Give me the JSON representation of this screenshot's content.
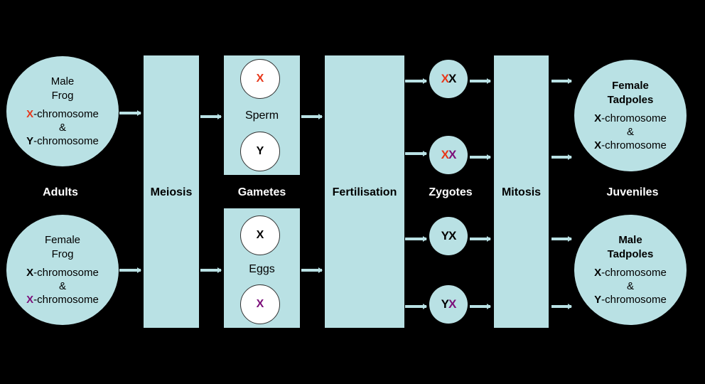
{
  "columns": {
    "adults": "Adults",
    "meiosis": "Meiosis",
    "gametes": "Gametes",
    "fertilisation": "Fertilisation",
    "zygotes": "Zygotes",
    "mitosis": "Mitosis",
    "juveniles": "Juveniles"
  },
  "adults": {
    "male": {
      "title_line1": "Male",
      "title_line2": "Frog",
      "chrom1_letter": "X",
      "chrom1_rest": "-chromosome",
      "and": "&",
      "chrom2_letter": "Y",
      "chrom2_rest": "-chromosome"
    },
    "female": {
      "title_line1": "Female",
      "title_line2": "Frog",
      "chrom1_letter": "X",
      "chrom1_rest": "-chromosome",
      "and": "&",
      "chrom2_letter": "X",
      "chrom2_rest": "-chromosome"
    }
  },
  "gametes": {
    "sperm": {
      "label": "Sperm",
      "top": "X",
      "bottom": "Y"
    },
    "eggs": {
      "label": "Eggs",
      "top": "X",
      "bottom": "X"
    }
  },
  "zygotes": [
    {
      "a": "X",
      "b": "X"
    },
    {
      "a": "X",
      "b": "X"
    },
    {
      "a": "Y",
      "b": "X"
    },
    {
      "a": "Y",
      "b": "X"
    }
  ],
  "juveniles": {
    "female": {
      "title_line1": "Female",
      "title_line2": "Tadpoles",
      "chrom1_letter": "X",
      "chrom1_rest": "-chromosome",
      "and": "&",
      "chrom2_letter": "X",
      "chrom2_rest": "-chromosome"
    },
    "male": {
      "title_line1": "Male",
      "title_line2": "Tadpoles",
      "chrom1_letter": "X",
      "chrom1_rest": "-chromosome",
      "and": "&",
      "chrom2_letter": "Y",
      "chrom2_rest": "-chromosome"
    }
  },
  "colors": {
    "background": "#000000",
    "shape_fill": "#b9e1e4",
    "x_from_father": "#e8381b",
    "x_from_mother": "#7c0f7a"
  }
}
